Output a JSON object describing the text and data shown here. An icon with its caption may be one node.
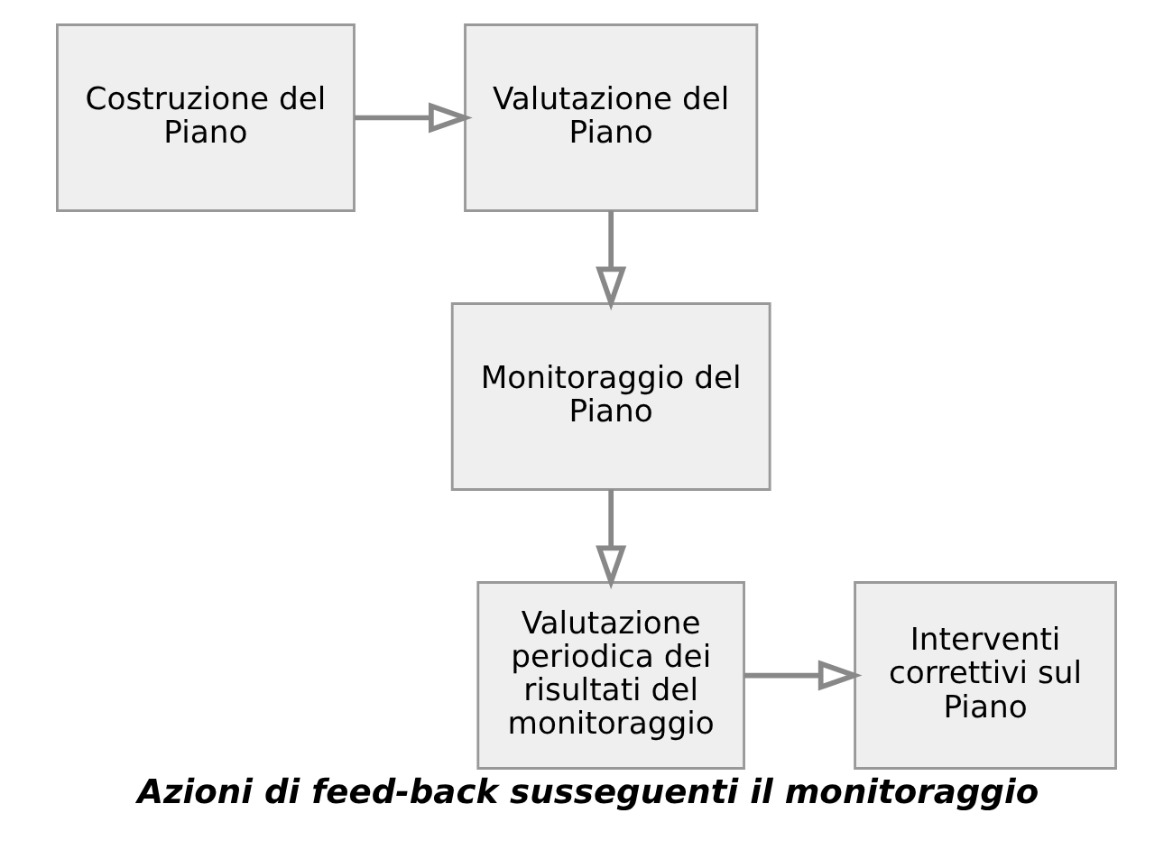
{
  "diagram": {
    "caption": "Azioni di feed-back susseguenti il monitoraggio",
    "nodes": [
      {
        "text": [
          "Costruzione del Piano"
        ]
      },
      {
        "text": [
          "Valutazione del Piano"
        ]
      },
      {
        "text": [
          "Monitoraggio del Piano"
        ]
      },
      {
        "text": [
          "Valutazione periodica dei risultati del monitoraggio"
        ]
      },
      {
        "text": [
          "Interventi correttivi sul Piano"
        ]
      }
    ],
    "edges": [
      {
        "from": 0,
        "to": 1,
        "arrow": "to"
      },
      {
        "from": 1,
        "to": 2,
        "arrow": "to"
      },
      {
        "from": 2,
        "to": 3,
        "arrow": "to"
      },
      {
        "from": 3,
        "to": 4,
        "arrow": "to"
      }
    ]
  }
}
